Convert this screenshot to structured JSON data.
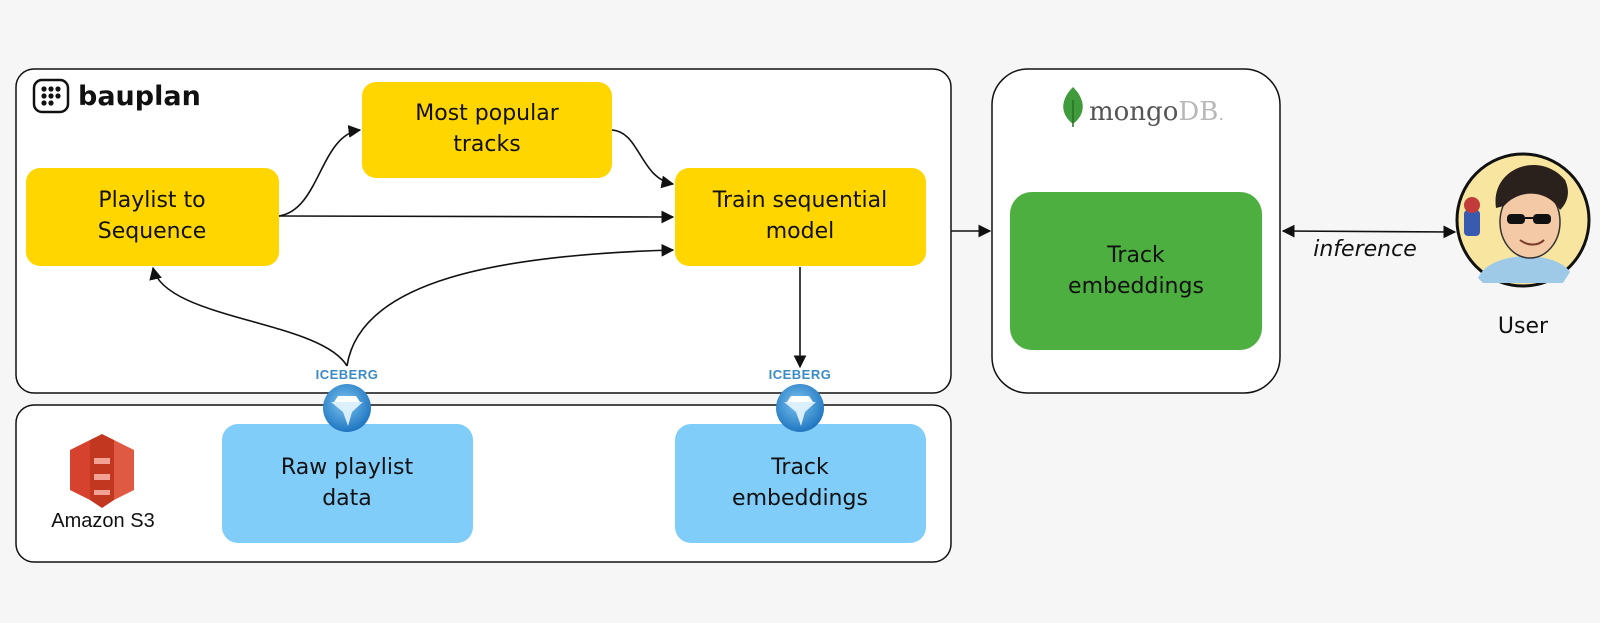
{
  "brand": {
    "bauplan": "bauplan",
    "mongo_prefix": "mongo",
    "mongo_suffix": "DB",
    "mongo_reg": "."
  },
  "nodes": {
    "playlist_to_sequence": [
      "Playlist to",
      "Sequence"
    ],
    "most_popular_tracks": [
      "Most popular",
      "tracks"
    ],
    "train_sequential_model": [
      "Train sequential",
      "model"
    ],
    "raw_playlist_data": [
      "Raw playlist",
      "data"
    ],
    "track_embeddings_s3": [
      "Track",
      "embeddings"
    ],
    "track_embeddings_mongo": [
      "Track",
      "embeddings"
    ]
  },
  "labels": {
    "iceberg": "ICEBERG",
    "amazon_s3": "Amazon S3",
    "inference": "inference",
    "user": "User"
  },
  "icons": [
    "bauplan-logo-icon",
    "mongodb-leaf-icon",
    "amazon-s3-icon",
    "iceberg-icon",
    "user-avatar-icon"
  ],
  "colors": {
    "compute_node": "#ffd600",
    "storage_node": "#80cdf9",
    "mongo_node": "#4caf3f",
    "iceberg": "#3a8bc6",
    "s3": "#d6422e",
    "mongo_leaf": "#3f9b3c",
    "background": "#f6f6f6"
  }
}
